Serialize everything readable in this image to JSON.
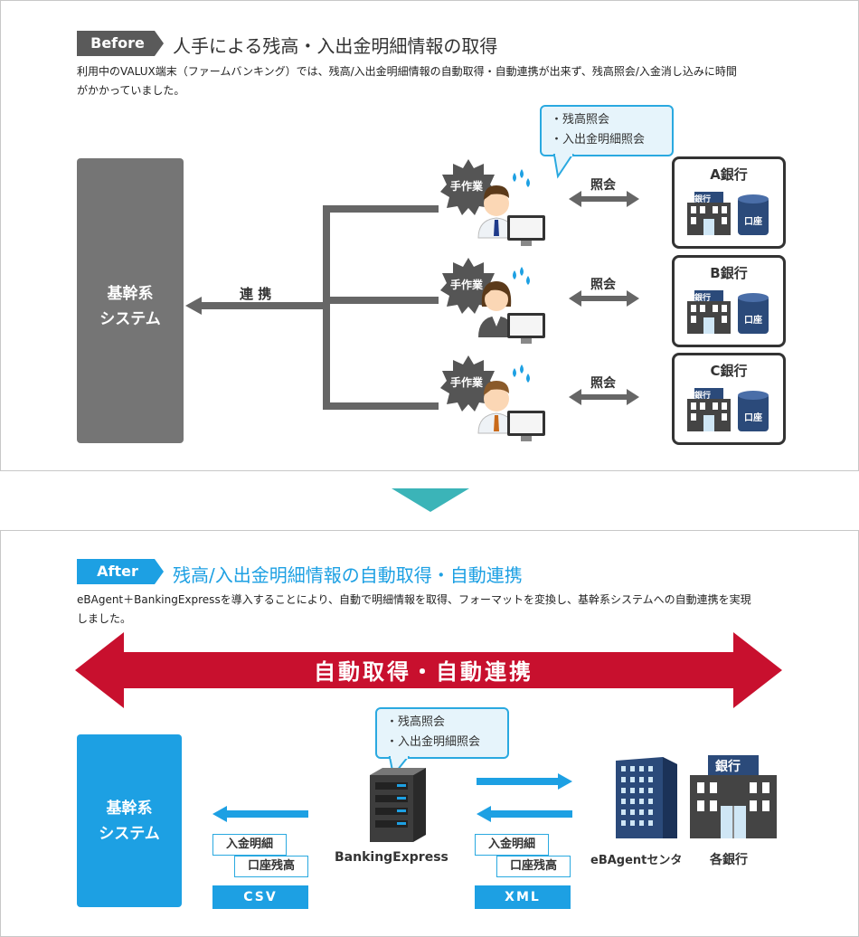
{
  "before": {
    "tag": "Before",
    "heading": "人手による残高・入出金明細情報の取得",
    "desc_line1": "利用中のVALUX端末（ファームバンキング）では、残高/入出金明細情報の自動取得・自動連携が出来ず、残高照会/入金消し込みに時間",
    "desc_line2": "がかかっていました。",
    "system_line1": "基幹系",
    "system_line2": "システム",
    "link_label": "連 携",
    "bubble_line1": "・残高照会",
    "bubble_line2": "・入出金明細照会",
    "manual_label": "手作業",
    "inquiry_label": "照会",
    "banks": [
      "A銀行",
      "B銀行",
      "C銀行"
    ],
    "bank_sign": "銀行",
    "account_label": "口座"
  },
  "after": {
    "tag": "After",
    "heading": "残高/入出金明細情報の自動取得・自動連携",
    "desc_line1": "eBAgent＋BankingExpressを導入することにより、自動で明細情報を取得、フォーマットを変換し、基幹系システムへの自動連携を実現",
    "desc_line2": "しました。",
    "banner": "自動取得・自動連携",
    "system_line1": "基幹系",
    "system_line2": "システム",
    "bubble_line1": "・残高照会",
    "bubble_line2": "・入出金明細照会",
    "label_deposit": "入金明細",
    "label_balance": "口座残高",
    "format_csv": "CSV",
    "format_xml": "XML",
    "server_label": "BankingExpress",
    "center_label": "eBAgentセンタ",
    "banks_label": "各銀行",
    "bank_sign": "銀行"
  },
  "colors": {
    "before_tag": "#5a5a5a",
    "after_tag": "#1da0e3",
    "after_heading": "#1da0e3",
    "banner": "#c8102e",
    "system_before": "#757575",
    "system_after": "#1da0e3",
    "arrow_blue": "#1da0e3",
    "divider_arrow": "#3bb4b8"
  }
}
